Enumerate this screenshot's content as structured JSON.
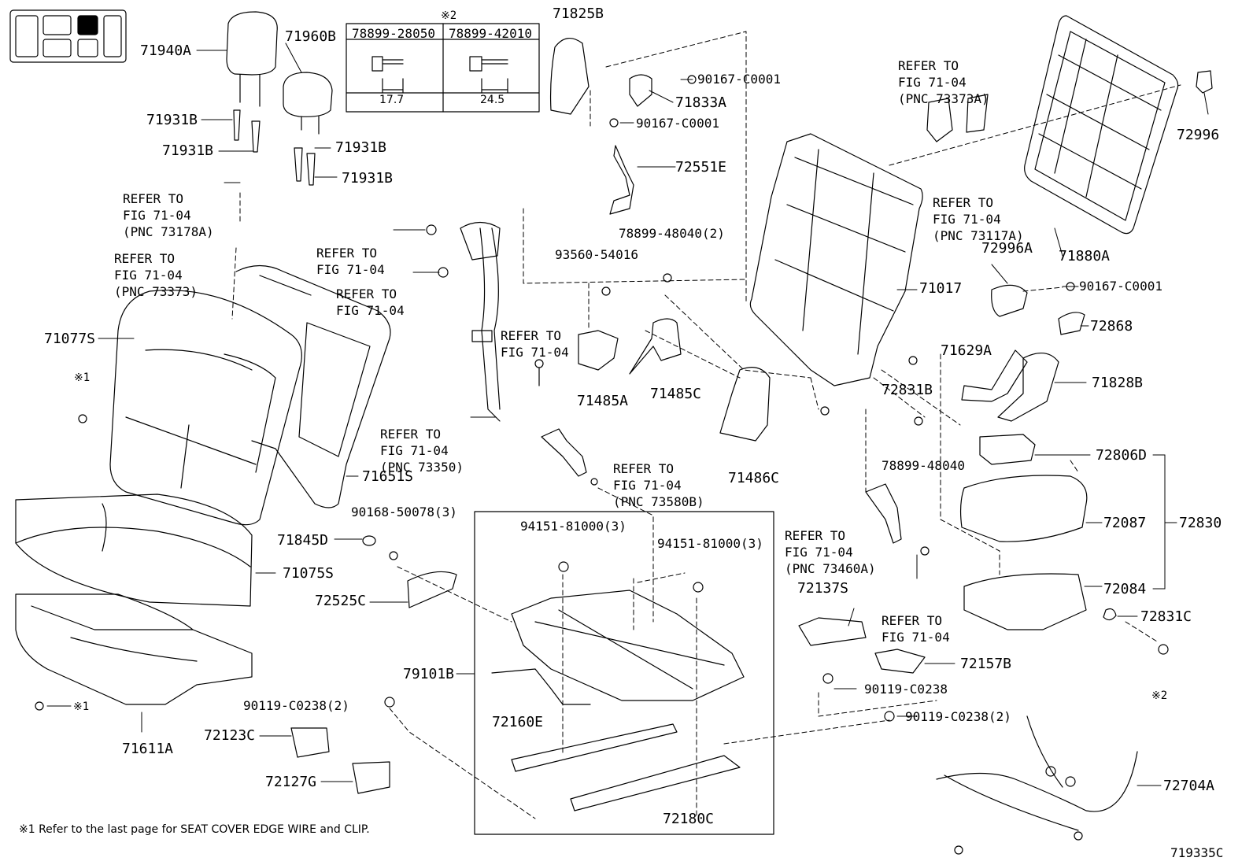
{
  "figure_id": "719335C",
  "footnote": "※1  Refer to the last page for SEAT COVER EDGE WIRE and CLIP.",
  "callouts": {
    "p71940A": "71940A",
    "p71960B": "71960B",
    "p71931B_1": "71931B",
    "p71931B_2": "71931B",
    "p71931B_3": "71931B",
    "p71931B_4": "71931B",
    "p71825B": "71825B",
    "p71833A": "71833A",
    "p90167_1": "90167-C0001",
    "p90167_2": "90167-C0001",
    "p90167_3": "90167-C0001",
    "p72551E": "72551E",
    "p78899_48040_2": "78899-48040(2)",
    "p93560": "93560-54016",
    "p71017": "71017",
    "p72996": "72996",
    "p71880A": "71880A",
    "p72996A": "72996A",
    "p72868": "72868",
    "p71629A": "71629A",
    "p71828B": "71828B",
    "p72831B": "72831B",
    "p78899_48040": "78899-48040",
    "p71077S": "71077S",
    "p71651S": "71651S",
    "p71485A": "71485A",
    "p71485C": "71485C",
    "p71486C": "71486C",
    "p72806D": "72806D",
    "p72087": "72087",
    "p72830": "72830",
    "p72084": "72084",
    "p72831C": "72831C",
    "p90168": "90168-50078(3)",
    "p71845D": "71845D",
    "p71075S": "71075S",
    "p72525C": "72525C",
    "p94151_1": "94151-81000(3)",
    "p94151_2": "94151-81000(3)",
    "p72137S": "72137S",
    "p72157B": "72157B",
    "p90119": "90119-C0238",
    "p90119_2a": "90119-C0238(2)",
    "p90119_2b": "90119-C0238(2)",
    "p79101B": "79101B",
    "p72160E": "72160E",
    "p72180C": "72180C",
    "p71611A": "71611A",
    "p72123C": "72123C",
    "p72127G": "72127G",
    "p72704A": "72704A",
    "ref1": "※1",
    "ref2": "※2",
    "ref3": "※1",
    "ref4": "※2"
  },
  "refer_notes": {
    "r_73373A": [
      "REFER TO",
      "FIG 71-04",
      "(PNC 73373A)"
    ],
    "r_73117A": [
      "REFER TO",
      "FIG 71-04",
      "(PNC 73117A)"
    ],
    "r_73178A": [
      "REFER TO",
      "FIG 71-04",
      "(PNC 73178A)"
    ],
    "r_73373": [
      "REFER TO",
      "FIG 71-04",
      "(PNC 73373)"
    ],
    "r_plain1": [
      "REFER TO",
      "FIG 71-04"
    ],
    "r_plain2": [
      "REFER TO",
      "FIG 71-04"
    ],
    "r_plain3": [
      "REFER TO",
      "FIG 71-04"
    ],
    "r_73350": [
      "REFER TO",
      "FIG 71-04",
      "(PNC 73350)"
    ],
    "r_73580B": [
      "REFER TO",
      "FIG 71-04",
      "(PNC 73580B)"
    ],
    "r_73460A": [
      "REFER TO",
      "FIG 71-04",
      "(PNC 73460A)"
    ],
    "r_plain4": [
      "REFER TO",
      "FIG 71-04"
    ]
  },
  "bolt_table": {
    "col1_part": "78899-28050",
    "col2_part": "78899-42010",
    "col1_dim": "17.7",
    "col2_dim": "24.5"
  }
}
